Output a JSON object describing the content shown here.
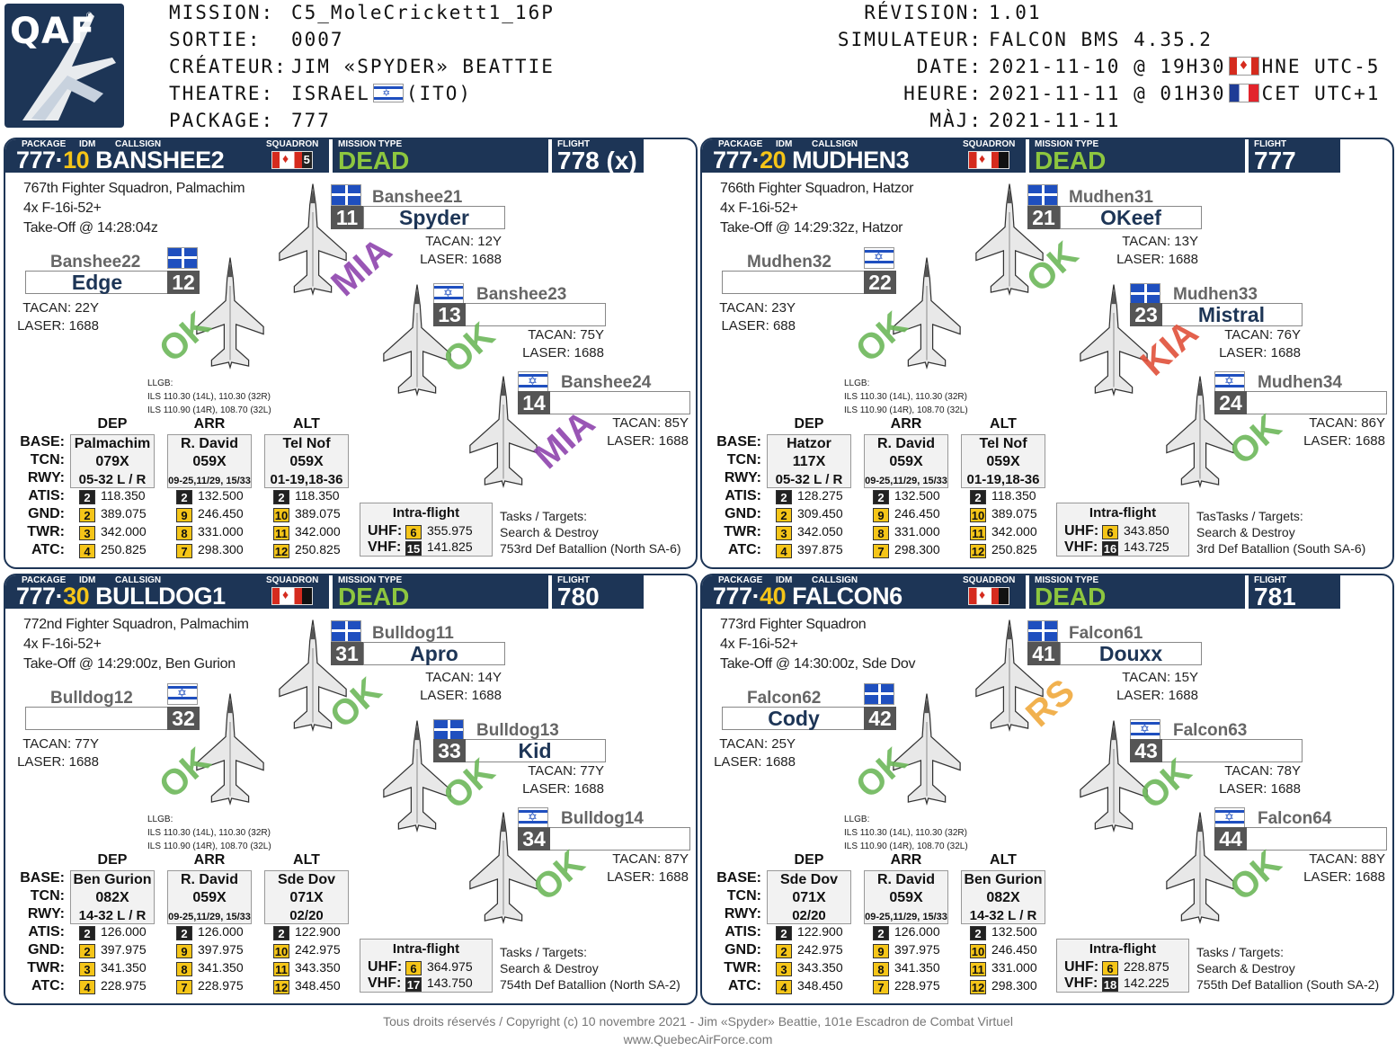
{
  "logo": {
    "text": "QAF",
    "mark": "®"
  },
  "header": {
    "mission": {
      "label": "MISSION:",
      "value": "C5_MoleCrickett1_16P"
    },
    "sortie": {
      "label": "SORTIE:",
      "value": "0007"
    },
    "creator": {
      "label": "CRÉATEUR:",
      "value": "JIM «SPYDER» BEATTIE"
    },
    "theatre": {
      "label": "THEATRE:",
      "value": "ISRAEL",
      "suffix": "(ITO)"
    },
    "package": {
      "label": "PACKAGE:",
      "value": "777"
    },
    "revision": {
      "label": "RÉVISION:",
      "value": "1.01"
    },
    "simulator": {
      "label": "SIMULATEUR:",
      "value": "FALCON BMS 4.35.2"
    },
    "date": {
      "label": "DATE:",
      "value": "2021-11-10 @ 19H30",
      "tz": "HNE UTC-5"
    },
    "time": {
      "label": "HEURE:",
      "value": "2021-11-11 @ 01H30",
      "tz": "CET UTC+1"
    },
    "update": {
      "label": "MÀJ:",
      "value": "2021-11-11"
    }
  },
  "labels": {
    "package": "PACKAGE",
    "idm": "IDM",
    "callsign": "CALLSIGN",
    "squadron": "SQUADRON",
    "mission_type": "MISSION TYPE",
    "flight": "FLIGHT",
    "dep": "DEP",
    "arr": "ARR",
    "alt": "ALT",
    "base": "BASE:",
    "tcn": "TCN:",
    "rwy": "RWY:",
    "atis": "ATIS:",
    "gnd": "GND:",
    "twr": "TWR:",
    "atc": "ATC:",
    "intra": "Intra-flight",
    "uhf": "UHF:",
    "vhf": "VHF:"
  },
  "flights": [
    {
      "pkg": "777",
      "dot": "·",
      "idm": "10",
      "callsign": "BANSHEE2",
      "sqnum": "5",
      "mission_type": "DEAD",
      "flight": "778 (x)",
      "info": [
        "767th Fighter Squadron, Palmachim",
        "4x F-16i-52+",
        "Take-Off @ 14:28:04z"
      ],
      "llgb": [
        "LLGB:",
        "ILS 110.30 (14L), 110.30 (32R)",
        "ILS 110.90 (14R), 108.70 (32L)"
      ],
      "pilots": [
        {
          "name": "Banshee21",
          "num": "11",
          "pilot": "Spyder",
          "tacan": "TACAN: 12Y",
          "laser": "LASER: 1688",
          "status": "MIA",
          "flag": "qc"
        },
        {
          "name": "Banshee22",
          "num": "12",
          "pilot": "Edge",
          "tacan": "TACAN: 22Y",
          "laser": "LASER: 1688",
          "status": "OK",
          "flag": "qc"
        },
        {
          "name": "Banshee23",
          "num": "13",
          "pilot": "",
          "tacan": "TACAN: 75Y",
          "laser": "LASER: 1688",
          "status": "OK",
          "flag": "il"
        },
        {
          "name": "Banshee24",
          "num": "14",
          "pilot": "",
          "tacan": "TACAN: 85Y",
          "laser": "LASER: 1688",
          "status": "MIA",
          "flag": "il"
        }
      ],
      "bases": [
        {
          "base": "Palmachim",
          "tcn": "079X",
          "rwy": "05-32 L / R",
          "atis": [
            "2",
            "118.350"
          ],
          "gnd": [
            "2",
            "389.075"
          ],
          "twr": [
            "3",
            "342.000"
          ],
          "atc": [
            "4",
            "250.825"
          ]
        },
        {
          "base": "R. David",
          "tcn": "059X",
          "rwy": "09-25,11/29, 15/33",
          "atis": [
            "2",
            "132.500"
          ],
          "gnd": [
            "9",
            "246.450"
          ],
          "twr": [
            "8",
            "331.000"
          ],
          "atc": [
            "7",
            "298.300"
          ]
        },
        {
          "base": "Tel Nof",
          "tcn": "059X",
          "rwy": "01-19,18-36",
          "atis": [
            "2",
            "118.350"
          ],
          "gnd": [
            "10",
            "389.075"
          ],
          "twr": [
            "11",
            "342.000"
          ],
          "atc": [
            "12",
            "250.825"
          ]
        }
      ],
      "intra": {
        "uhf": [
          "6",
          "355.975"
        ],
        "vhf": [
          "15",
          "141.825"
        ]
      },
      "tasks": [
        "Tasks / Targets:",
        "Search & Destroy",
        "753rd Def Batallion (North SA-6)"
      ]
    },
    {
      "pkg": "777",
      "dot": "·",
      "idm": "20",
      "callsign": "MUDHEN3",
      "sqnum": "",
      "mission_type": "DEAD",
      "flight": "777",
      "info": [
        "766th Fighter Squadron, Hatzor",
        "4x F-16i-52+",
        "Take-Off @ 14:29:32z, Hatzor"
      ],
      "llgb": [
        "LLGB:",
        "ILS 110.30 (14L), 110.30 (32R)",
        "ILS 110.90 (14R), 108.70 (32L)"
      ],
      "pilots": [
        {
          "name": "Mudhen31",
          "num": "21",
          "pilot": "OKeef",
          "tacan": "TACAN: 13Y",
          "laser": "LASER: 1688",
          "status": "OK",
          "flag": "qc"
        },
        {
          "name": "Mudhen32",
          "num": "22",
          "pilot": "",
          "tacan": "TACAN: 23Y",
          "laser": "LASER: 688",
          "status": "OK",
          "flag": "il"
        },
        {
          "name": "Mudhen33",
          "num": "23",
          "pilot": "Mistral",
          "tacan": "TACAN: 76Y",
          "laser": "LASER: 1688",
          "status": "KIA",
          "flag": "qc"
        },
        {
          "name": "Mudhen34",
          "num": "24",
          "pilot": "",
          "tacan": "TACAN: 86Y",
          "laser": "LASER: 1688",
          "status": "OK",
          "flag": "il"
        }
      ],
      "bases": [
        {
          "base": "Hatzor",
          "tcn": "117X",
          "rwy": "05-32 L / R",
          "atis": [
            "2",
            "128.275"
          ],
          "gnd": [
            "2",
            "309.450"
          ],
          "twr": [
            "3",
            "342.050"
          ],
          "atc": [
            "4",
            "397.875"
          ]
        },
        {
          "base": "R. David",
          "tcn": "059X",
          "rwy": "09-25,11/29, 15/33",
          "atis": [
            "2",
            "132.500"
          ],
          "gnd": [
            "9",
            "246.450"
          ],
          "twr": [
            "8",
            "331.000"
          ],
          "atc": [
            "7",
            "298.300"
          ]
        },
        {
          "base": "Tel Nof",
          "tcn": "059X",
          "rwy": "01-19,18-36",
          "atis": [
            "2",
            "118.350"
          ],
          "gnd": [
            "10",
            "389.075"
          ],
          "twr": [
            "11",
            "342.000"
          ],
          "atc": [
            "12",
            "250.825"
          ]
        }
      ],
      "intra": {
        "uhf": [
          "6",
          "343.850"
        ],
        "vhf": [
          "16",
          "143.725"
        ]
      },
      "tasks": [
        "TasTasks / Targets:",
        "Search & Destroy",
        "3rd Def Batallion (South SA-6)"
      ]
    },
    {
      "pkg": "777",
      "dot": "·",
      "idm": "30",
      "callsign": "BULLDOG1",
      "sqnum": "",
      "mission_type": "DEAD",
      "flight": "780",
      "info": [
        "772nd Fighter Squadron, Palmachim",
        "4x F-16i-52+",
        "Take-Off @ 14:29:00z, Ben Gurion"
      ],
      "llgb": [
        "LLGB:",
        "ILS 110.30 (14L), 110.30 (32R)",
        "ILS 110.90 (14R), 108.70 (32L)"
      ],
      "pilots": [
        {
          "name": "Bulldog11",
          "num": "31",
          "pilot": "Apro",
          "tacan": "TACAN: 14Y",
          "laser": "LASER: 1688",
          "status": "OK",
          "flag": "qc"
        },
        {
          "name": "Bulldog12",
          "num": "32",
          "pilot": "",
          "tacan": "TACAN: 77Y",
          "laser": "LASER: 1688",
          "status": "OK",
          "flag": "il"
        },
        {
          "name": "Bulldog13",
          "num": "33",
          "pilot": "Kid",
          "tacan": "TACAN: 77Y",
          "laser": "LASER: 1688",
          "status": "OK",
          "flag": "qc"
        },
        {
          "name": "Bulldog14",
          "num": "34",
          "pilot": "",
          "tacan": "TACAN: 87Y",
          "laser": "LASER: 1688",
          "status": "OK",
          "flag": "il"
        }
      ],
      "bases": [
        {
          "base": "Ben Gurion",
          "tcn": "082X",
          "rwy": "14-32 L / R",
          "atis": [
            "2",
            "126.000"
          ],
          "gnd": [
            "2",
            "397.975"
          ],
          "twr": [
            "3",
            "341.350"
          ],
          "atc": [
            "4",
            "228.975"
          ]
        },
        {
          "base": "R. David",
          "tcn": "059X",
          "rwy": "09-25,11/29, 15/33",
          "atis": [
            "2",
            "126.000"
          ],
          "gnd": [
            "9",
            "397.975"
          ],
          "twr": [
            "8",
            "341.350"
          ],
          "atc": [
            "7",
            "228.975"
          ]
        },
        {
          "base": "Sde Dov",
          "tcn": "071X",
          "rwy": "02/20",
          "atis": [
            "2",
            "122.900"
          ],
          "gnd": [
            "10",
            "242.975"
          ],
          "twr": [
            "11",
            "343.350"
          ],
          "atc": [
            "12",
            "348.450"
          ]
        }
      ],
      "intra": {
        "uhf": [
          "6",
          "364.975"
        ],
        "vhf": [
          "17",
          "143.750"
        ]
      },
      "tasks": [
        "Tasks / Targets:",
        "Search & Destroy",
        "754th Def Batallion (North SA-2)"
      ]
    },
    {
      "pkg": "777",
      "dot": "·",
      "idm": "40",
      "callsign": "FALCON6",
      "sqnum": "",
      "mission_type": "DEAD",
      "flight": "781",
      "info": [
        "773rd Fighter Squadron",
        "4x F-16i-52+",
        "Take-Off @ 14:30:00z, Sde Dov"
      ],
      "llgb": [
        "LLGB:",
        "ILS 110.30 (14L), 110.30 (32R)",
        "ILS 110.90 (14R), 108.70 (32L)"
      ],
      "pilots": [
        {
          "name": "Falcon61",
          "num": "41",
          "pilot": "Douxx",
          "tacan": "TACAN: 15Y",
          "laser": "LASER: 1688",
          "status": "RS",
          "flag": "qc"
        },
        {
          "name": "Falcon62",
          "num": "42",
          "pilot": "Cody",
          "tacan": "TACAN: 25Y",
          "laser": "LASER: 1688",
          "status": "OK",
          "flag": "qc"
        },
        {
          "name": "Falcon63",
          "num": "43",
          "pilot": "",
          "tacan": "TACAN: 78Y",
          "laser": "LASER: 1688",
          "status": "OK",
          "flag": "il"
        },
        {
          "name": "Falcon64",
          "num": "44",
          "pilot": "",
          "tacan": "TACAN: 88Y",
          "laser": "LASER: 1688",
          "status": "OK",
          "flag": "il"
        }
      ],
      "bases": [
        {
          "base": "Sde Dov",
          "tcn": "071X",
          "rwy": "02/20",
          "atis": [
            "2",
            "122.900"
          ],
          "gnd": [
            "2",
            "242.975"
          ],
          "twr": [
            "3",
            "343.350"
          ],
          "atc": [
            "4",
            "348.450"
          ]
        },
        {
          "base": "R. David",
          "tcn": "059X",
          "rwy": "09-25,11/29, 15/33",
          "atis": [
            "2",
            "126.000"
          ],
          "gnd": [
            "9",
            "397.975"
          ],
          "twr": [
            "8",
            "341.350"
          ],
          "atc": [
            "7",
            "228.975"
          ]
        },
        {
          "base": "Ben Gurion",
          "tcn": "082X",
          "rwy": "14-32 L / R",
          "atis": [
            "2",
            "132.500"
          ],
          "gnd": [
            "10",
            "246.450"
          ],
          "twr": [
            "11",
            "331.000"
          ],
          "atc": [
            "12",
            "298.300"
          ]
        }
      ],
      "intra": {
        "uhf": [
          "6",
          "228.875"
        ],
        "vhf": [
          "18",
          "142.225"
        ]
      },
      "tasks": [
        "Tasks / Targets:",
        " Search & Destroy",
        "755th Def Batallion (South SA-2)"
      ]
    }
  ],
  "footer": {
    "line1": "Tous droits réservés / Copyright (c) 10 novembre 2021 - Jim «Spyder» Beattie, 101e Escadron de Combat Virtuel",
    "line2": "www.QuebecAirForce.com"
  },
  "colors": {
    "navy": "#1d3556",
    "dead": "#8dc63f",
    "ok": "#6db85a",
    "mia": "#8e44ad",
    "kia": "#e0503a",
    "rs": "#f0a93c",
    "channel": "#f5c518"
  }
}
